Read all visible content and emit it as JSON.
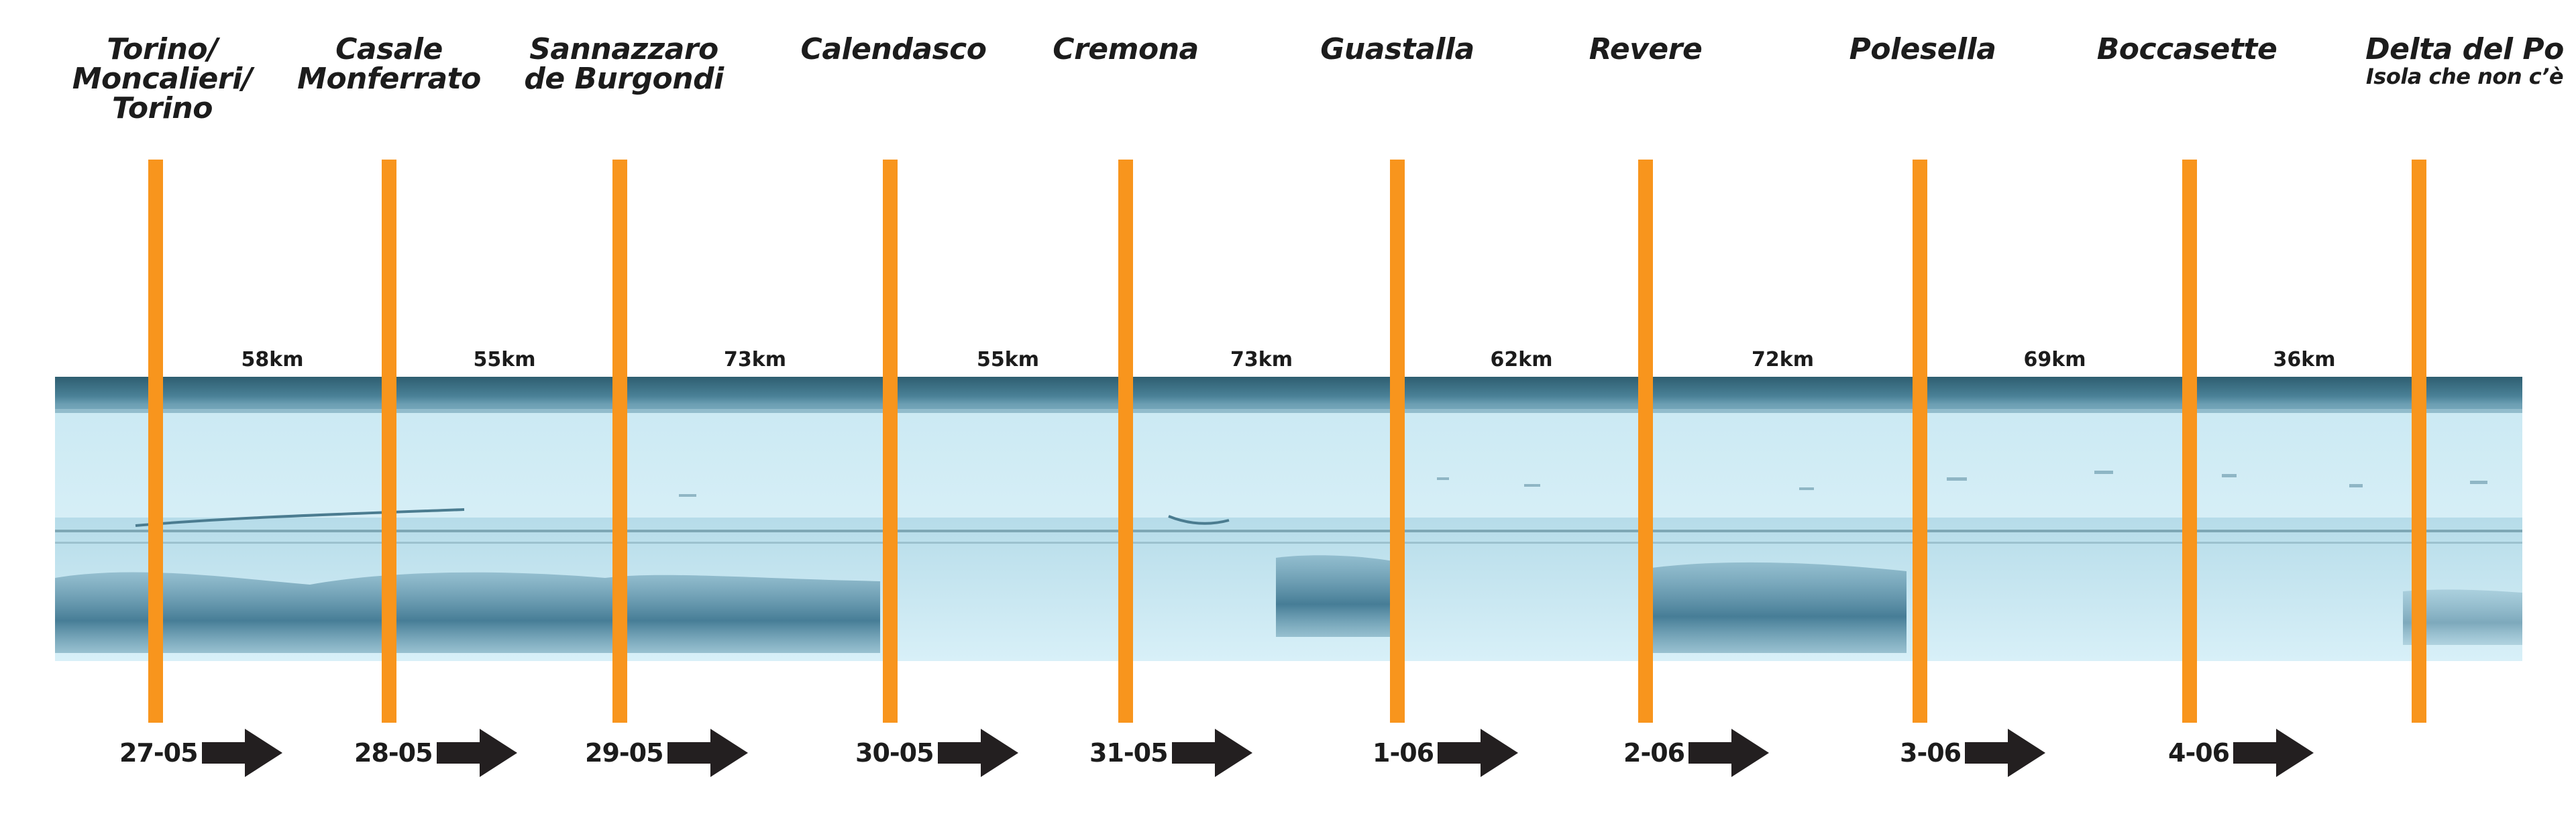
{
  "locations": [
    {
      "lines": [
        "Torino/",
        "Moncalieri/",
        "Torino"
      ],
      "sub": ""
    },
    {
      "lines": [
        "Casale",
        "Monferrato"
      ],
      "sub": ""
    },
    {
      "lines": [
        "Sannazzaro",
        "de Burgondi"
      ],
      "sub": ""
    },
    {
      "lines": [
        "Calendasco"
      ],
      "sub": ""
    },
    {
      "lines": [
        "Cremona"
      ],
      "sub": ""
    },
    {
      "lines": [
        "Guastalla"
      ],
      "sub": ""
    },
    {
      "lines": [
        "Revere"
      ],
      "sub": ""
    },
    {
      "lines": [
        "Polesella"
      ],
      "sub": ""
    },
    {
      "lines": [
        "Boccasette"
      ],
      "sub": ""
    },
    {
      "lines": [
        "Delta del Po"
      ],
      "sub": "Isola che non c’è"
    }
  ],
  "distances": [
    "58km",
    "55km",
    "73km",
    "55km",
    "73km",
    "62km",
    "72km",
    "69km",
    "36km"
  ],
  "dates": [
    "27-05",
    "28-05",
    "29-05",
    "30-05",
    "31-05",
    "1-06",
    "2-06",
    "3-06",
    "4-06"
  ],
  "colors": {
    "marker": "#f8951d",
    "text": "#1c1c1c",
    "arrow": "#231f20",
    "far_bank": "#3b6f85",
    "water_light": "#d9f1f8",
    "reflection": "#2f6a86"
  },
  "icons": {
    "stage_arrow": "right-arrow-icon"
  }
}
